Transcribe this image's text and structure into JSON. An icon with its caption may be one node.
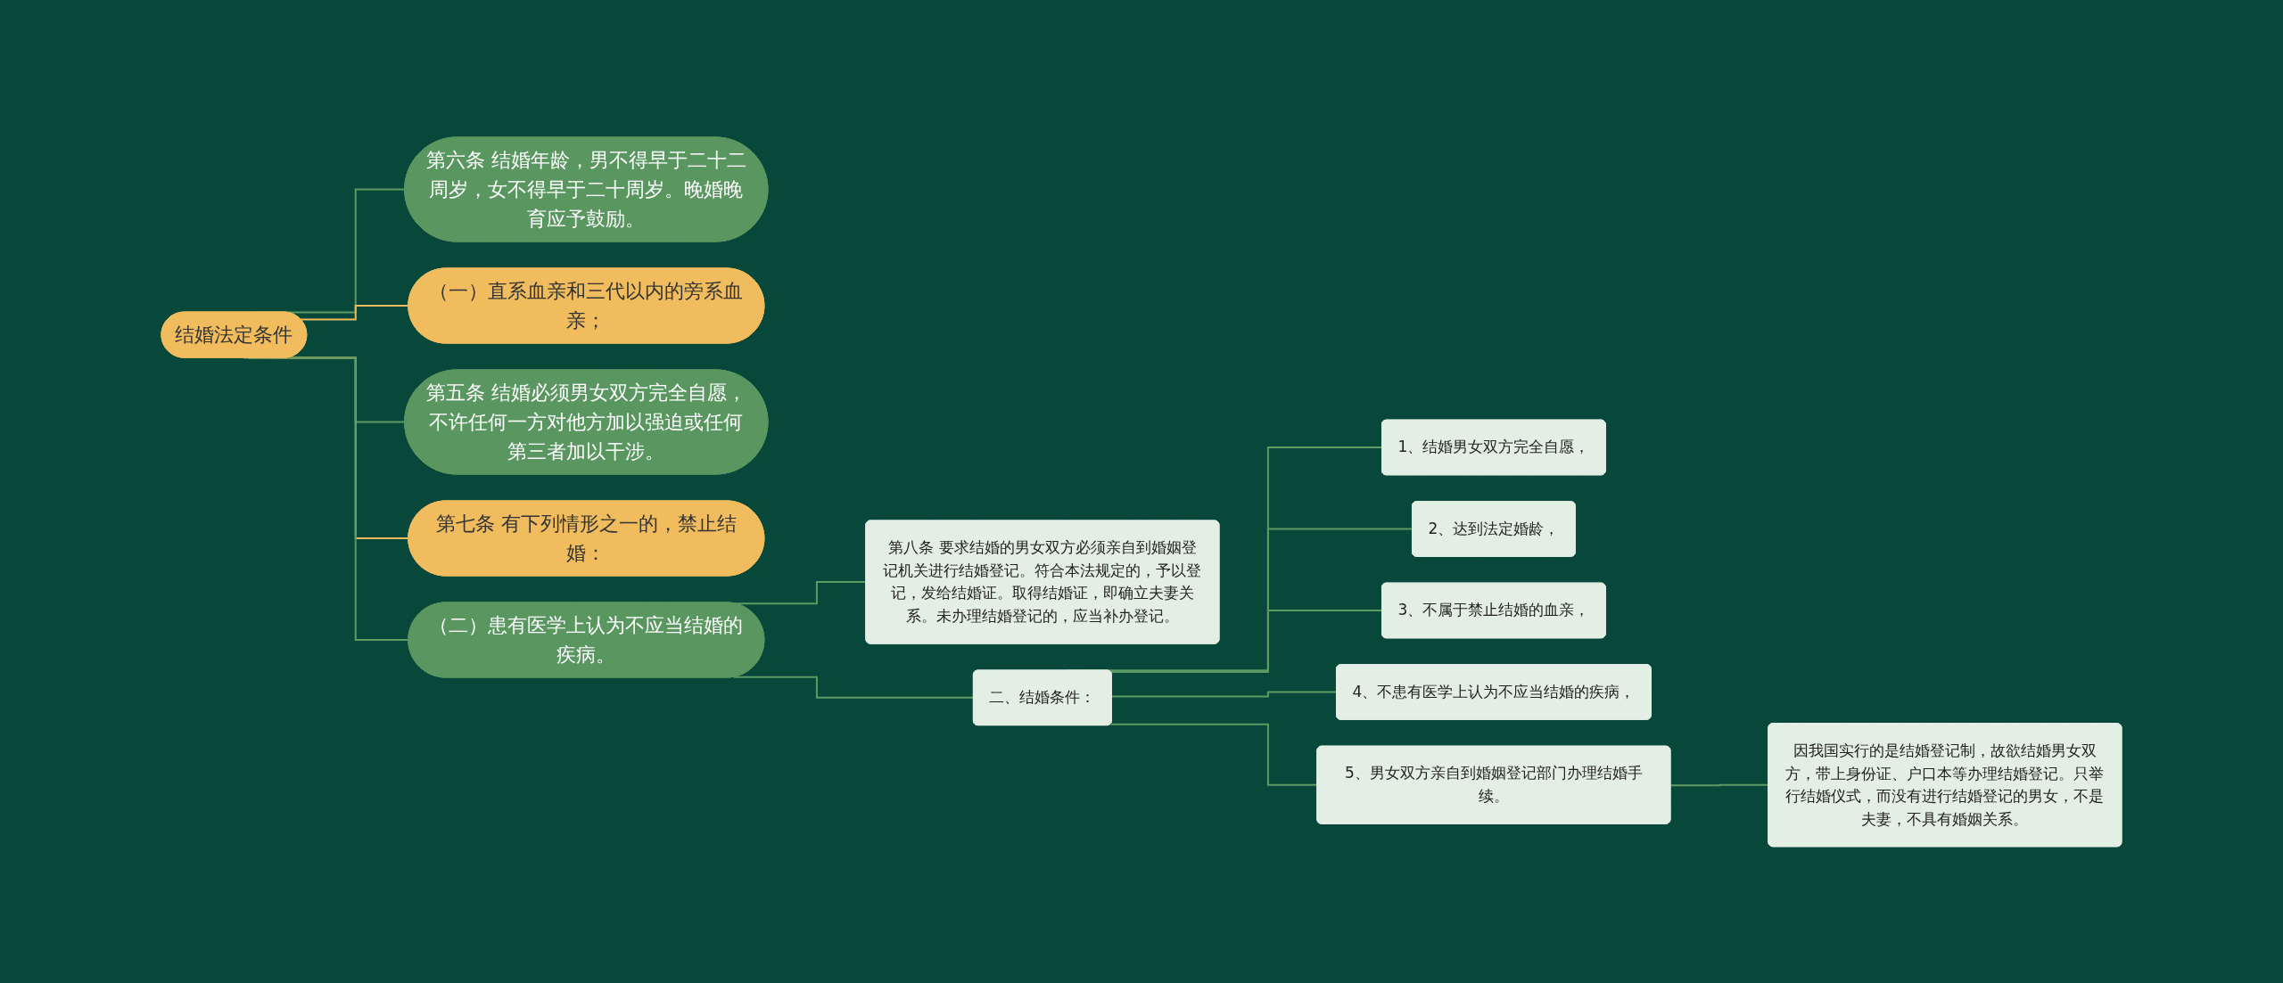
{
  "diagram": {
    "nodes": [
      {
        "text": [
          "结婚法定条件"
        ]
      },
      {
        "text": [
          "第六条 结婚年龄，男不得早于二十二周岁，女不得早于二十周岁。晚婚晚育应予鼓励。"
        ]
      },
      {
        "text": [
          "（一）直系血亲和三代以内的旁系血亲；"
        ]
      },
      {
        "text": [
          "第五条 结婚必须男女双方完全自愿，不许任何一方对他方加以强迫或任何第三者加以干涉。"
        ]
      },
      {
        "text": [
          "第七条 有下列情形之一的，禁止结婚："
        ]
      },
      {
        "text": [
          "（二）患有医学上认为不应当结婚的疾病。"
        ]
      },
      {
        "text": [
          "第八条 要求结婚的男女双方必须亲自到婚姻登记机关进行结婚登记。符合本法规定的，予以登记，发给结婚证。取得结婚证，即确立夫妻关系。未办理结婚登记的，应当补办登记。"
        ]
      },
      {
        "text": [
          "二、结婚条件："
        ]
      },
      {
        "text": [
          "1、结婚男女双方完全自愿，"
        ]
      },
      {
        "text": [
          "2、达到法定婚龄，"
        ]
      },
      {
        "text": [
          "3、不属于禁止结婚的血亲，"
        ]
      },
      {
        "text": [
          "4、不患有医学上认为不应当结婚的疾病，"
        ]
      },
      {
        "text": [
          "5、男女双方亲自到婚姻登记部门办理结婚手续。"
        ]
      },
      {
        "text": [
          "因我国实行的是结婚登记制，故欲结婚男女双方，带上身份证、户口本等办理结婚登记。只举行结婚仪式，而没有进行结婚登记的男女，不是夫妻，不具有婚姻关系。"
        ]
      }
    ],
    "edges": [
      {
        "from": 0,
        "to": 1,
        "arrow": "none"
      },
      {
        "from": 0,
        "to": 2,
        "arrow": "none",
        "color": "#f0bc5e"
      },
      {
        "from": 0,
        "to": 3,
        "arrow": "none"
      },
      {
        "from": 0,
        "to": 4,
        "arrow": "none",
        "color": "#f0bc5e"
      },
      {
        "from": 0,
        "to": 5,
        "arrow": "none"
      },
      {
        "from": 5,
        "to": 6,
        "arrow": "none"
      },
      {
        "from": 5,
        "to": 7,
        "arrow": "none"
      },
      {
        "from": 7,
        "to": 8,
        "arrow": "none"
      },
      {
        "from": 7,
        "to": 9,
        "arrow": "none"
      },
      {
        "from": 7,
        "to": 10,
        "arrow": "none"
      },
      {
        "from": 7,
        "to": 11,
        "arrow": "none"
      },
      {
        "from": 7,
        "to": 12,
        "arrow": "none"
      },
      {
        "from": 12,
        "to": 13,
        "arrow": "none"
      }
    ]
  }
}
